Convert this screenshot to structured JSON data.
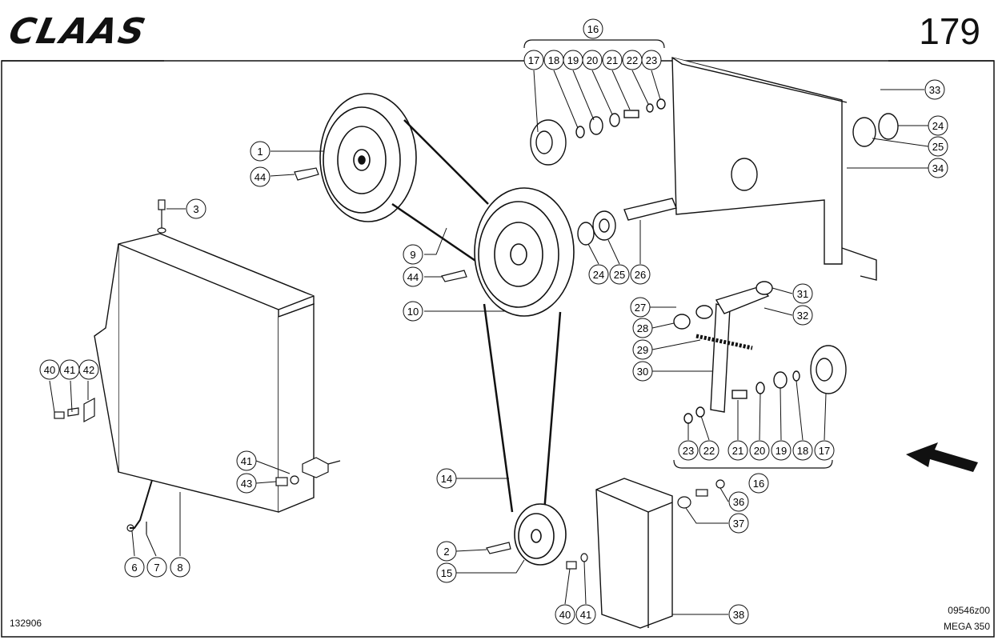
{
  "header": {
    "brand": "CLAAS",
    "page_number": "179"
  },
  "footer": {
    "left_code": "132906",
    "drawing_number": "09546z00",
    "model": "MEGA 350"
  },
  "callouts": [
    {
      "id": "c1",
      "label": "1"
    },
    {
      "id": "c44a",
      "label": "44"
    },
    {
      "id": "c3",
      "label": "3"
    },
    {
      "id": "c9",
      "label": "9"
    },
    {
      "id": "c44b",
      "label": "44"
    },
    {
      "id": "c10",
      "label": "10"
    },
    {
      "id": "c14",
      "label": "14"
    },
    {
      "id": "c2",
      "label": "2"
    },
    {
      "id": "c15",
      "label": "15"
    },
    {
      "id": "c40a",
      "label": "40"
    },
    {
      "id": "c41a",
      "label": "41"
    },
    {
      "id": "c42",
      "label": "42"
    },
    {
      "id": "c41b",
      "label": "41"
    },
    {
      "id": "c43",
      "label": "43"
    },
    {
      "id": "c6",
      "label": "6"
    },
    {
      "id": "c7",
      "label": "7"
    },
    {
      "id": "c8",
      "label": "8"
    },
    {
      "id": "c16a",
      "label": "16"
    },
    {
      "id": "c17a",
      "label": "17"
    },
    {
      "id": "c18a",
      "label": "18"
    },
    {
      "id": "c19a",
      "label": "19"
    },
    {
      "id": "c20a",
      "label": "20"
    },
    {
      "id": "c21a",
      "label": "21"
    },
    {
      "id": "c22a",
      "label": "22"
    },
    {
      "id": "c23a",
      "label": "23"
    },
    {
      "id": "c33",
      "label": "33"
    },
    {
      "id": "c24a",
      "label": "24"
    },
    {
      "id": "c25a",
      "label": "25"
    },
    {
      "id": "c34",
      "label": "34"
    },
    {
      "id": "c24b",
      "label": "24"
    },
    {
      "id": "c25b",
      "label": "25"
    },
    {
      "id": "c26",
      "label": "26"
    },
    {
      "id": "c31",
      "label": "31"
    },
    {
      "id": "c27",
      "label": "27"
    },
    {
      "id": "c32",
      "label": "32"
    },
    {
      "id": "c28",
      "label": "28"
    },
    {
      "id": "c29",
      "label": "29"
    },
    {
      "id": "c30",
      "label": "30"
    },
    {
      "id": "c23b",
      "label": "23"
    },
    {
      "id": "c22b",
      "label": "22"
    },
    {
      "id": "c21b",
      "label": "21"
    },
    {
      "id": "c20b",
      "label": "20"
    },
    {
      "id": "c19b",
      "label": "19"
    },
    {
      "id": "c18b",
      "label": "18"
    },
    {
      "id": "c17b",
      "label": "17"
    },
    {
      "id": "c16b",
      "label": "16"
    },
    {
      "id": "c36",
      "label": "36"
    },
    {
      "id": "c37",
      "label": "37"
    },
    {
      "id": "c38",
      "label": "38"
    },
    {
      "id": "c40b",
      "label": "40"
    },
    {
      "id": "c41c",
      "label": "41"
    }
  ]
}
